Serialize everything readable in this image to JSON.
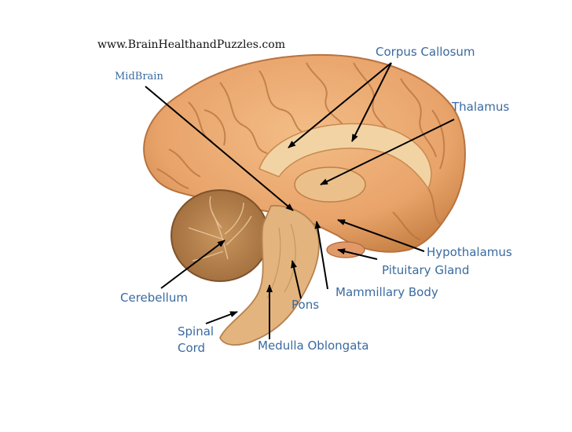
{
  "source": {
    "url": "www.BrainHealthandPuzzles.com"
  },
  "labels": {
    "midbrain": "MidBrain",
    "corpus_callosum": "Corpus Callosum",
    "thalamus": "Thalamus",
    "hypothalamus": "Hypothalamus",
    "pituitary_gland": "Pituitary Gland",
    "mammillary_body": "Mammillary Body",
    "pons": "Pons",
    "medulla_oblongata": "Medulla Oblongata",
    "cerebellum": "Cerebellum",
    "spinal_cord_line1": "Spinal",
    "spinal_cord_line2": "Cord"
  },
  "colors": {
    "cortex": "#e8a36a",
    "cortex_dark": "#b8723e",
    "cerebellum": "#b98550",
    "brainstem": "#e3b47e",
    "corpus_callosum": "#f2d3a4",
    "label_text": "#3a6aa0",
    "arrow": "#000000"
  }
}
